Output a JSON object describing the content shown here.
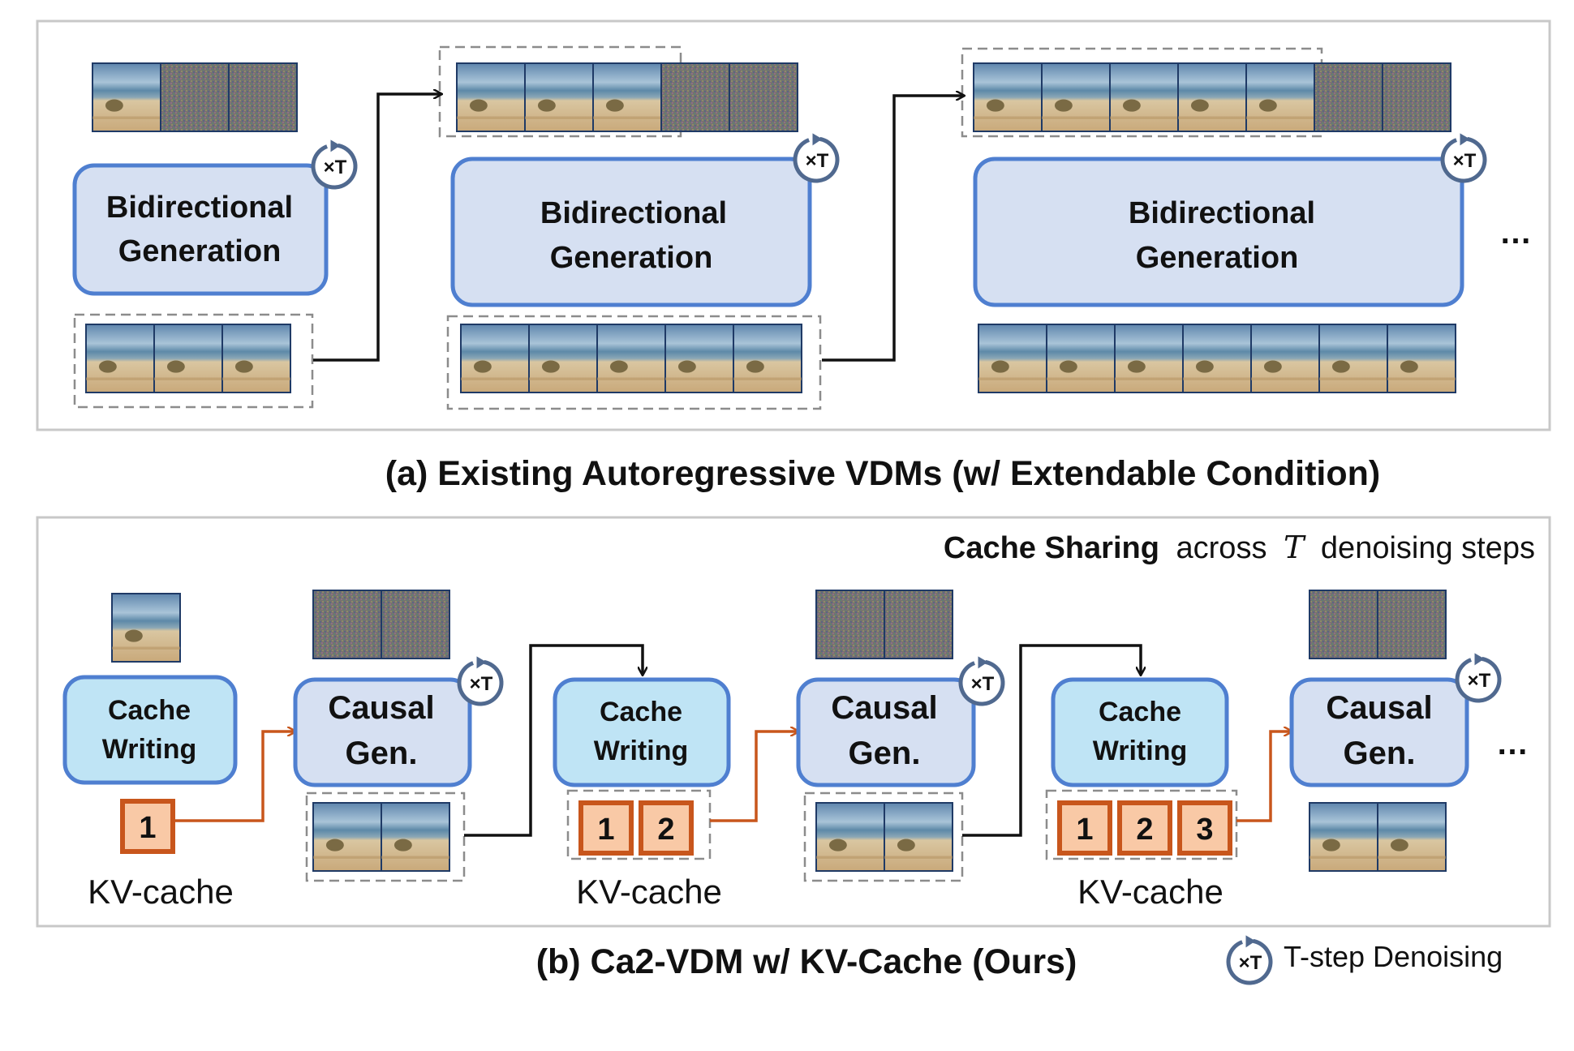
{
  "colors": {
    "frame": "#c8c8c8",
    "bidir_fill": "#d6e0f2",
    "bidir_stroke": "#4f7fd0",
    "cache_fill": "#bfe4f5",
    "cache_stroke": "#4f7fd0",
    "kv_fill": "#f9c9a6",
    "kv_stroke": "#c8561c",
    "orange_arrow": "#c8561c",
    "black_arrow": "#111111",
    "dashed": "#8c8c8c",
    "loop_icon": "#50698f"
  },
  "icons": {
    "frame_image": "beach-frame",
    "noise_image": "noise-frame",
    "loop": "denoising-loop-icon"
  },
  "part_a": {
    "boxes": [
      {
        "line1": "Bidirectional",
        "line2": "Generation",
        "badge": "×T"
      },
      {
        "line1": "Bidirectional",
        "line2": "Generation",
        "badge": "×T"
      },
      {
        "line1": "Bidirectional",
        "line2": "Generation",
        "badge": "×T"
      }
    ],
    "ellipsis": "…",
    "caption": "(a) Existing Autoregressive VDMs (w/ Extendable Condition)"
  },
  "part_b": {
    "header_bold": "Cache Sharing",
    "header_rest_1": "across",
    "header_math": "T",
    "header_rest_2": "denoising steps",
    "cache_writing": {
      "line1": "Cache",
      "line2": "Writing"
    },
    "causal_gen": {
      "line1": "Causal",
      "line2": "Gen.",
      "badge": "×T"
    },
    "kv_groups": [
      [
        "1"
      ],
      [
        "1",
        "2"
      ],
      [
        "1",
        "2",
        "3"
      ]
    ],
    "kv_label": "KV-cache",
    "ellipsis": "…",
    "caption": "(b) Ca2-VDM w/ KV-Cache (Ours)"
  },
  "legend": {
    "badge": "×T",
    "label": "T-step Denoising"
  }
}
